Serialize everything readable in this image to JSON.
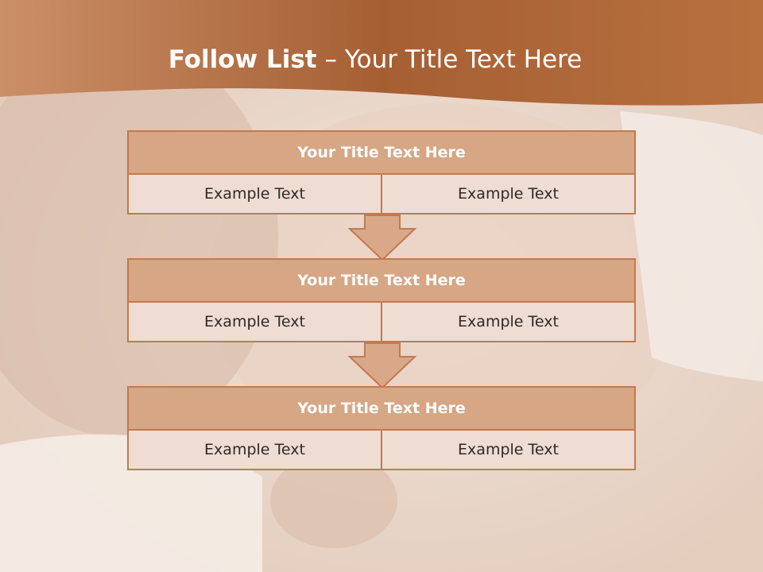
{
  "slide": {
    "title_bold": "Follow List",
    "title_rest": " – Your Title Text Here"
  },
  "steps": [
    {
      "title": "Your Title Text Here",
      "left": "Example Text",
      "right": "Example Text"
    },
    {
      "title": "Your Title Text Here",
      "left": "Example Text",
      "right": "Example Text"
    },
    {
      "title": "Your Title Text Here",
      "left": "Example Text",
      "right": "Example Text"
    }
  ],
  "colors": {
    "banner": "#b06a3e",
    "header_fill": "#d6a685",
    "border": "#c17a4f",
    "cell_fill": "#efdcd2",
    "arrow_fill": "#d9a889"
  }
}
